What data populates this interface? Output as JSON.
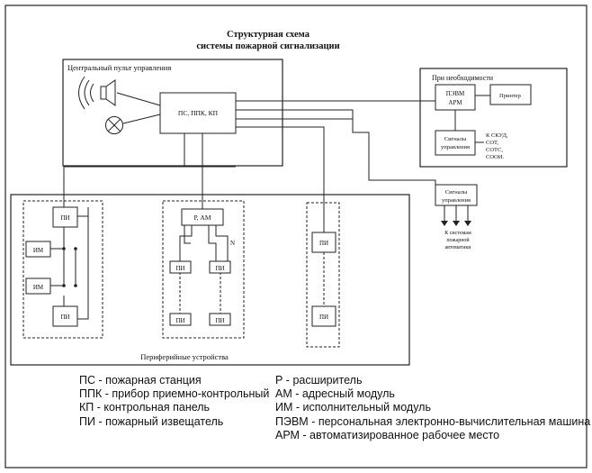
{
  "title": {
    "line1": "Структурная схема",
    "line2": "системы пожарной сигнализации"
  },
  "central": {
    "label": "Центральный пульт управления",
    "panel_label": "ПС, ППК, КП"
  },
  "optional": {
    "label": "При необходимости",
    "pc_line1": "ПЭВМ",
    "pc_line2": "АРМ",
    "printer": "Принтер",
    "signals_line1": "Сигналы",
    "signals_line2": "управления",
    "outputs": [
      "К СКУД,",
      "СОТ,",
      "СОТС,",
      "СООИ."
    ]
  },
  "control_signals": {
    "line1": "Сигналы",
    "line2": "управления",
    "target_line1": "К системам",
    "target_line2": "пожарной",
    "target_line3": "автоматики"
  },
  "peripheral": {
    "label": "Периферийные устройства",
    "group1": [
      "ПИ",
      "ИМ",
      "ИМ",
      "ПИ"
    ],
    "group2_expander": "Р, АМ",
    "group2_n": "N",
    "group2": [
      "ПИ",
      "ПИ",
      "ПИ",
      "ПИ"
    ],
    "group3": [
      "ПИ",
      "ПИ"
    ]
  },
  "legend": {
    "left": [
      "ПС - пожарная станция",
      "ППК - прибор приемно-контрольный",
      "КП -  контрольная панель",
      "ПИ - пожарный извещатель"
    ],
    "right": [
      "Р - расширитель",
      "АМ - адресный модуль",
      "ИМ - исполнительный модуль",
      "ПЭВМ - персональная электронно-вычислительная машина",
      "АРМ - автоматизированное рабочее место"
    ]
  }
}
